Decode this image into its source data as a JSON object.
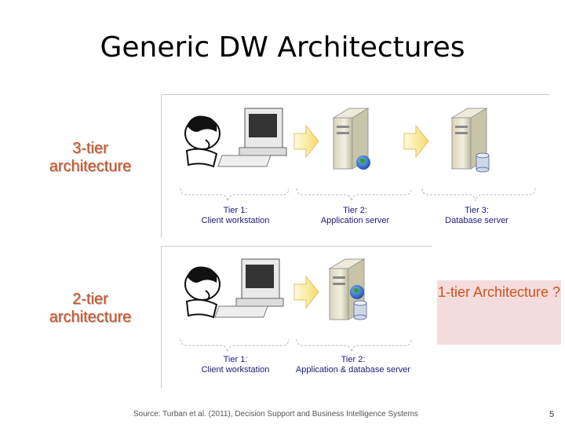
{
  "slide": {
    "title": "Generic DW Architectures",
    "label_3tier": "3-tier architecture",
    "label_2tier": "2-tier architecture",
    "label_1tier": "1-tier Architecture ?",
    "source": "Source:  Turban et al. (2011), Decision Support and Business Intelligence Systems",
    "page_number": "5"
  },
  "diagram_3tier": {
    "tier1": {
      "name": "Tier 1:",
      "role": "Client workstation"
    },
    "tier2": {
      "name": "Tier 2:",
      "role": "Application server"
    },
    "tier3": {
      "name": "Tier 3:",
      "role": "Database server"
    }
  },
  "diagram_2tier": {
    "tier1": {
      "name": "Tier 1:",
      "role": "Client workstation"
    },
    "tier2": {
      "name": "Tier 2:",
      "role": "Application & database server"
    }
  },
  "colors": {
    "title": "#000000",
    "label_orange": "#d0501e",
    "onetier_bg": "#f4dcdc",
    "caption_blue": "#1a1a7a",
    "arrow_yellow": "#fff3a0"
  },
  "icons": [
    "person-icon",
    "computer-icon",
    "server-icon",
    "database-icon",
    "globe-icon",
    "arrow-icon"
  ]
}
